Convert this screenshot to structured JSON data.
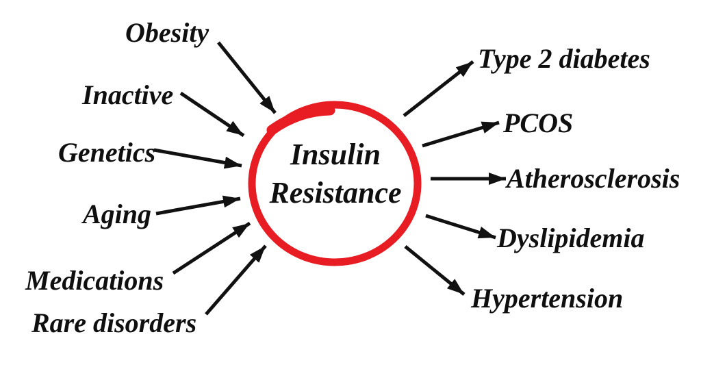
{
  "canvas": {
    "background": "#ffffff"
  },
  "center": {
    "line1": "Insulin",
    "line2": "Resistance"
  },
  "colors": {
    "circle_red": "#e81c23",
    "arrow_black": "#111111",
    "text_black": "#0f0f0f"
  },
  "causes": [
    {
      "label": "Obesity"
    },
    {
      "label": "Inactive"
    },
    {
      "label": "Genetics"
    },
    {
      "label": "Aging"
    },
    {
      "label": "Medications"
    },
    {
      "label": "Rare disorders"
    }
  ],
  "effects": [
    {
      "label": "Type 2 diabetes"
    },
    {
      "label": "PCOS"
    },
    {
      "label": "Atherosclerosis"
    },
    {
      "label": "Dyslipidemia"
    },
    {
      "label": "Hypertension"
    }
  ]
}
